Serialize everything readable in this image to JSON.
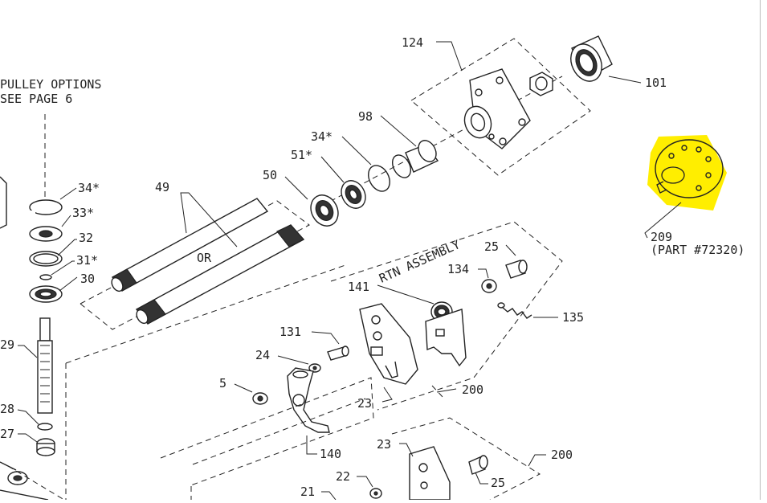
{
  "diagram": {
    "notes": {
      "pulley_line1": "PULLEY OPTIONS",
      "pulley_line2": "SEE PAGE 6",
      "or": "OR",
      "rtn": "RTN ASSEMBLY",
      "part_number": "(PART #72320)"
    },
    "callouts": {
      "c124": "124",
      "c101": "101",
      "c98": "98",
      "c34a": "34*",
      "c51": "51*",
      "c50": "50",
      "c49": "49",
      "c34b": "34*",
      "c33": "33*",
      "c32": "32",
      "c31": "31*",
      "c30": "30",
      "c29": "29",
      "c28": "28",
      "c27": "27",
      "c209": "209",
      "c25a": "25",
      "c134": "134",
      "c141": "141",
      "c135": "135",
      "c131": "131",
      "c24": "24",
      "c5": "5",
      "c200a": "200",
      "c23a": "23",
      "c140": "140",
      "c23b": "23",
      "c200b": "200",
      "c22": "22",
      "c25b": "25",
      "c21": "21"
    },
    "highlight_color": "#ffee00"
  }
}
